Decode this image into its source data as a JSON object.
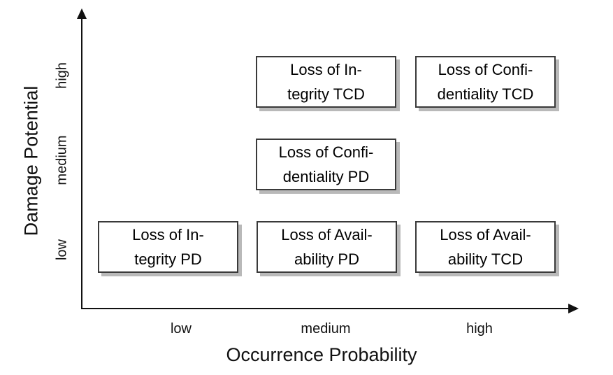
{
  "figure": {
    "x_axis": {
      "label": "Occurrence Probability",
      "ticks": [
        "low",
        "medium",
        "high"
      ]
    },
    "y_axis": {
      "label": "Damage Potential",
      "ticks_top_to_bottom": [
        "high",
        "medium",
        "low"
      ]
    }
  },
  "boxes": [
    {
      "id": "loss-integrity-tcd",
      "line1": "Loss of In-",
      "line2": "tegrity TCD",
      "x": "medium",
      "y": "high"
    },
    {
      "id": "loss-confidentiality-tcd",
      "line1": "Loss of Confi-",
      "line2": "dentiality TCD",
      "x": "high",
      "y": "high"
    },
    {
      "id": "loss-confidentiality-pd",
      "line1": "Loss of Confi-",
      "line2": "dentiality PD",
      "x": "medium",
      "y": "medium"
    },
    {
      "id": "loss-integrity-pd",
      "line1": "Loss of In-",
      "line2": "tegrity PD",
      "x": "low",
      "y": "low"
    },
    {
      "id": "loss-availability-pd",
      "line1": "Loss of Avail-",
      "line2": "ability PD",
      "x": "medium",
      "y": "low"
    },
    {
      "id": "loss-availability-tcd",
      "line1": "Loss of Avail-",
      "line2": "ability TCD",
      "x": "high",
      "y": "low"
    }
  ],
  "colors": {
    "axis": "#111111",
    "box_border": "#3a3a3a",
    "box_fill": "#ffffff",
    "box_shadow": "#b9b9b9",
    "text": "#000000",
    "background": "#ffffff"
  },
  "chart_data": {
    "type": "scatter",
    "title": "",
    "xlabel": "Occurrence Probability",
    "ylabel": "Damage Potential",
    "x_categories": [
      "low",
      "medium",
      "high"
    ],
    "y_categories": [
      "low",
      "medium",
      "high"
    ],
    "grid": false,
    "legend": false,
    "points": [
      {
        "x": "medium",
        "y": "high",
        "label": "Loss of Integrity TCD"
      },
      {
        "x": "high",
        "y": "high",
        "label": "Loss of Confidentiality TCD"
      },
      {
        "x": "medium",
        "y": "medium",
        "label": "Loss of Confidentiality PD"
      },
      {
        "x": "low",
        "y": "low",
        "label": "Loss of Integrity PD"
      },
      {
        "x": "medium",
        "y": "low",
        "label": "Loss of Availability PD"
      },
      {
        "x": "high",
        "y": "low",
        "label": "Loss of Availability TCD"
      }
    ]
  }
}
